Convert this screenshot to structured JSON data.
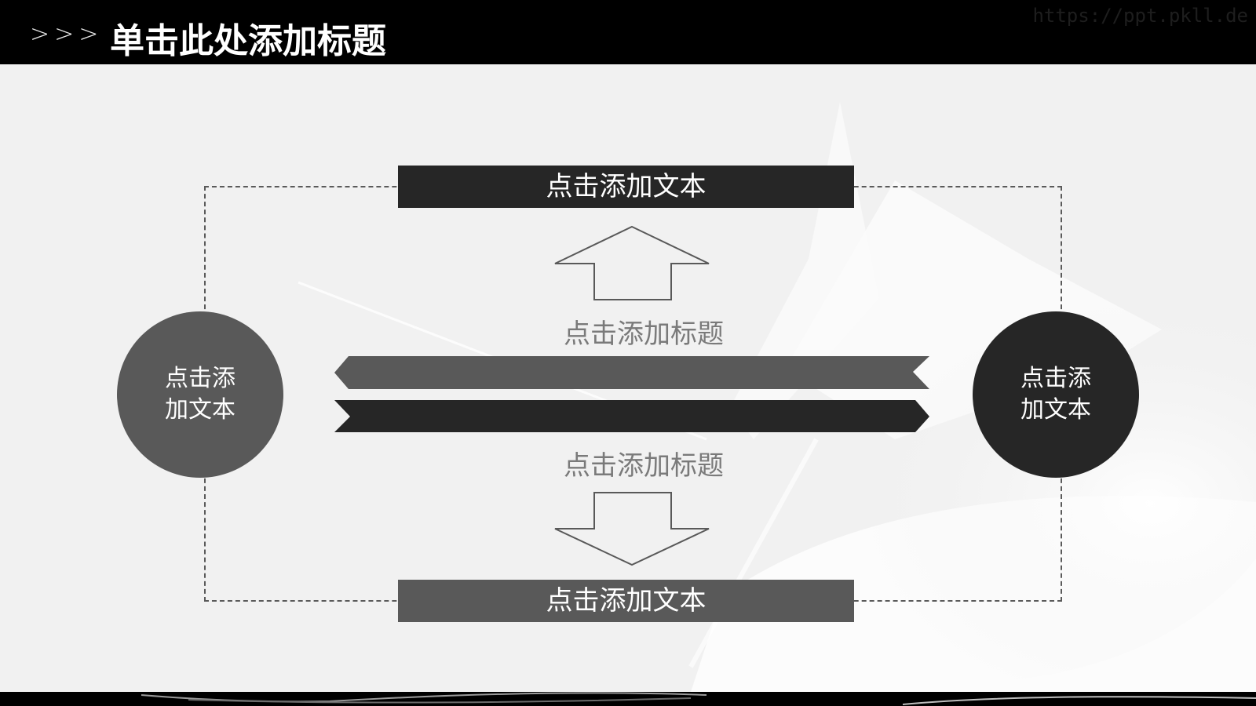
{
  "header": {
    "chevrons": ">>>",
    "title": "单击此处添加标题",
    "watermark": "https://ppt.pkll.de"
  },
  "diagram": {
    "top_box": {
      "label": "点击添加文本",
      "color": "#262626"
    },
    "bottom_box": {
      "label": "点击添加文本",
      "color": "#595959"
    },
    "left_circle": {
      "line1": "点击添",
      "line2": "加文本",
      "color": "#595959"
    },
    "right_circle": {
      "line1": "点击添",
      "line2": "加文本",
      "color": "#262626"
    },
    "upper_title": "点击添加标题",
    "lower_title": "点击添加标题",
    "up_arrow": {
      "icon": "outline-up-arrow-icon",
      "stroke": "#595959"
    },
    "down_arrow": {
      "icon": "outline-down-arrow-icon",
      "stroke": "#595959"
    },
    "left_ribbon": {
      "icon": "ribbon-left-banner",
      "color": "#595959"
    },
    "right_ribbon": {
      "icon": "ribbon-right-banner",
      "color": "#262626"
    },
    "frame_color": "#5a5a5a"
  },
  "colors": {
    "background": "#f1f1f1",
    "header_bg": "#000000",
    "dark": "#262626",
    "mid": "#595959",
    "subtitle_text": "#7a7a7a"
  }
}
